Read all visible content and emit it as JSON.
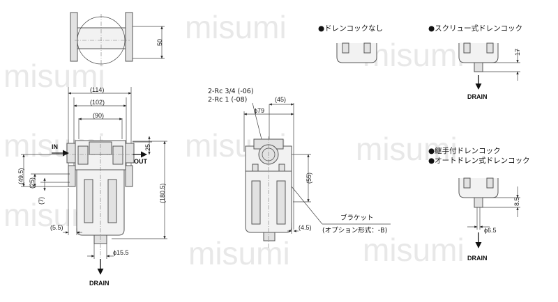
{
  "watermark": "misumi",
  "labels": {
    "in": "IN",
    "out": "OUT",
    "drain_1": "DRAIN",
    "drain_2": "DRAIN",
    "drain_3": "DRAIN",
    "port_line1": "2-Rc 3/4 (-06)",
    "port_line2": "2-Rc 1     (-08)",
    "bracket_line1": "ブラケット",
    "bracket_line2": "(オプション形式：-B)"
  },
  "headings": {
    "no_drain_cock": "●ドレンコックなし",
    "screw_drain_cock": "●スクリュー式ドレンコック",
    "fitting_drain_cock": "●継手付ドレンコック",
    "auto_drain_cock": "●オートドレン式ドレンコック"
  },
  "dimensions": {
    "top_view_height": "50",
    "width_114": "(114)",
    "width_102": "(102)",
    "width_90": "(90)",
    "d25_out": "25",
    "d49_5": "(49.5)",
    "d25": "(25)",
    "d7": "(7)",
    "d180_5": "(180.5)",
    "d5_5": "(5.5)",
    "phi15_5": "ϕ15.5",
    "d45": "(45)",
    "phi79": "ϕ79",
    "d55": "(55)",
    "d4_5": "(4.5)",
    "d17": "17",
    "d8_5": "8.5",
    "phi6_5": "ϕ6.5"
  }
}
